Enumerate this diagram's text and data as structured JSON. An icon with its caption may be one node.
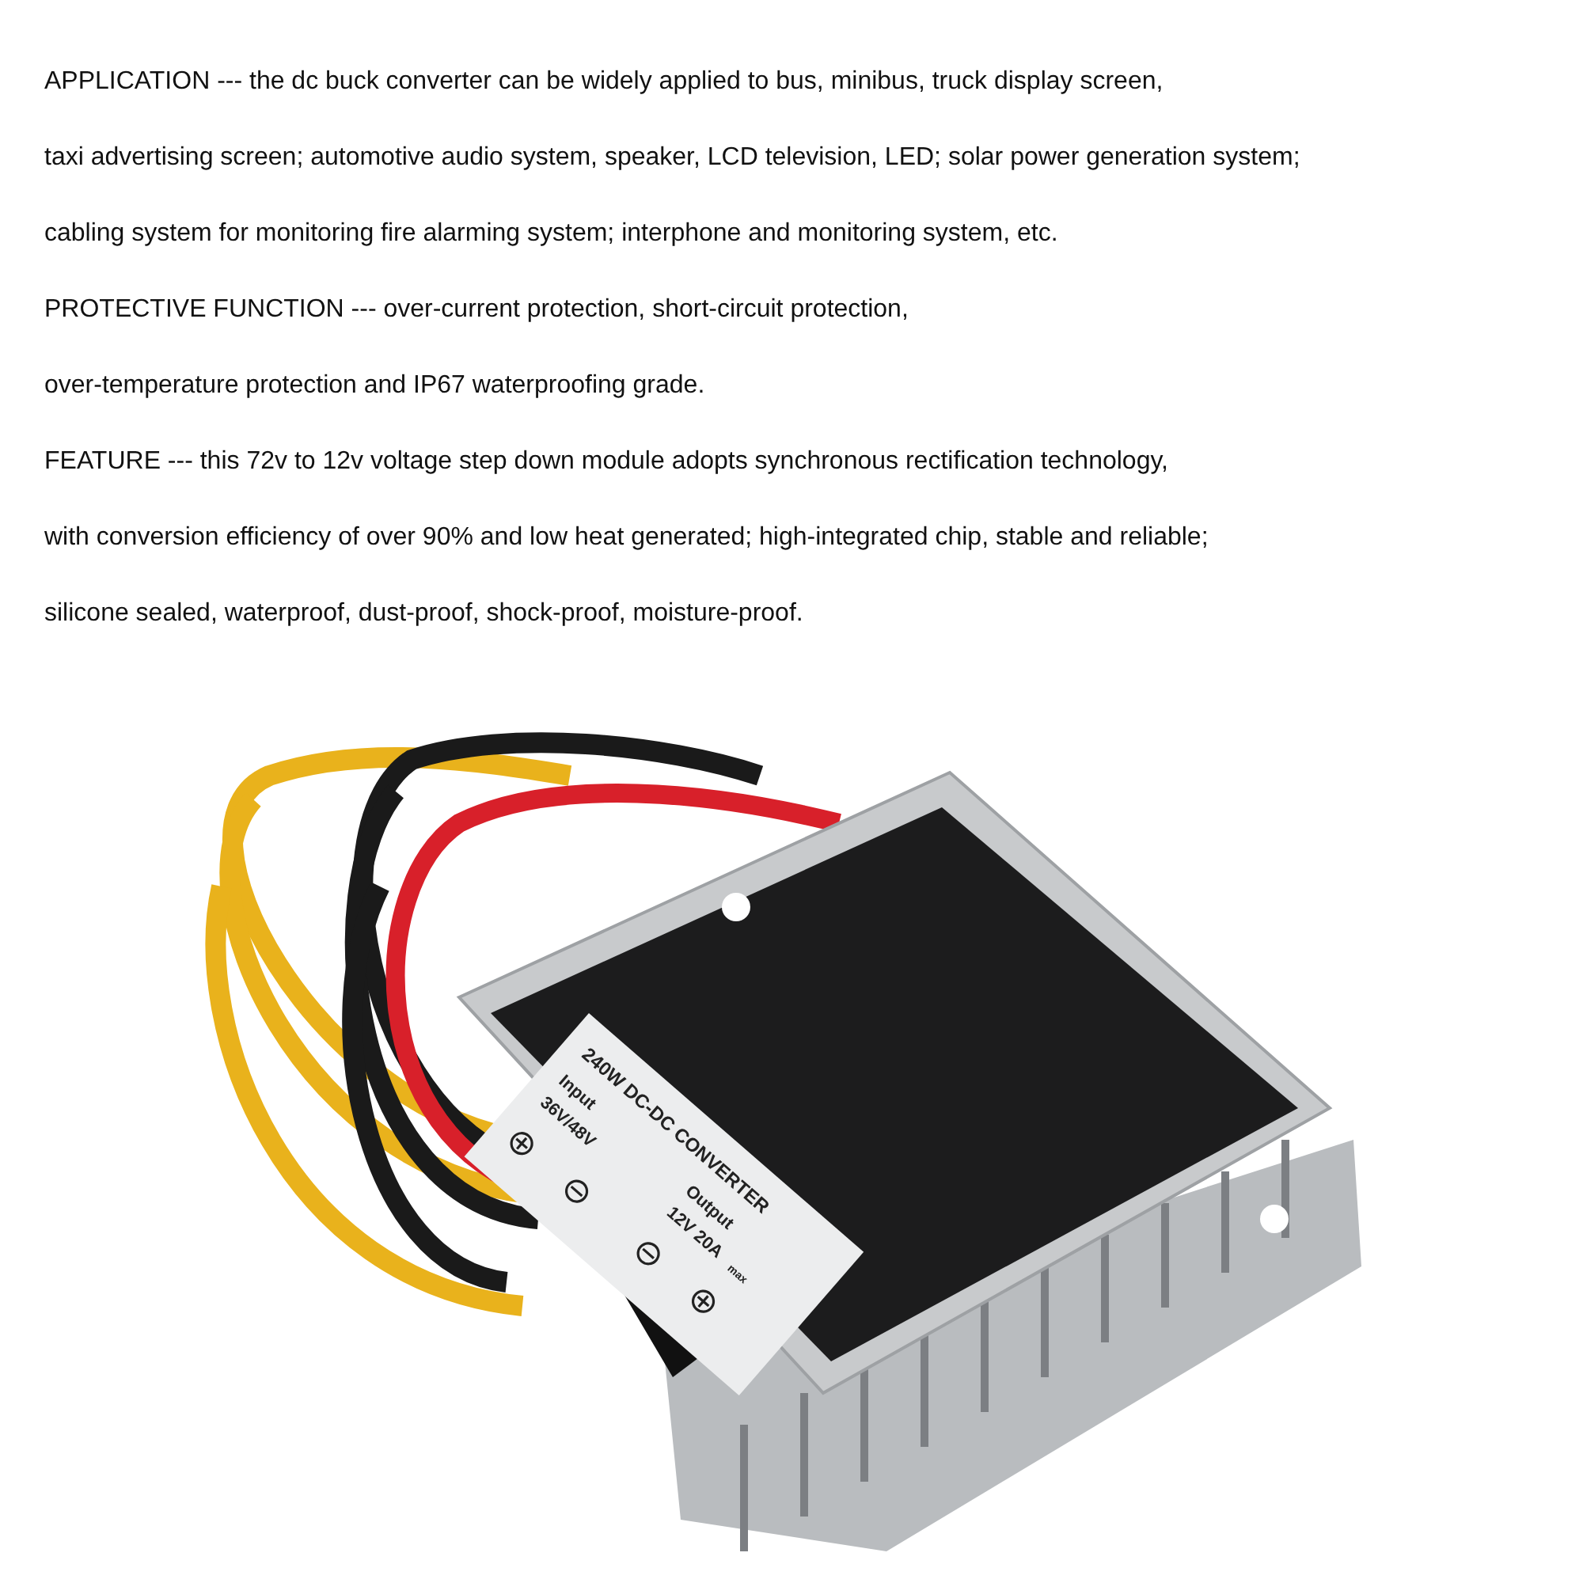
{
  "diagram": {
    "labels": [
      "APPLICATION --- the dc buck converter can be widely applied to bus, minibus, truck display screen,",
      "taxi advertising screen; automotive audio system, speaker, LCD television, LED; solar power generation system;",
      "cabling system for monitoring fire alarming system; interphone and monitoring system, etc.",
      "PROTECTIVE FUNCTION --- over-current protection, short-circuit protection,",
      "over-temperature protection and IP67 waterproofing grade.",
      "FEATURE --- this 72v to 12v voltage step down module adopts synchronous rectification technology,",
      "with conversion efficiency of over 90% and low heat generated; high-integrated chip, stable and reliable;",
      "silicone sealed, waterproof, dust-proof, shock-proof, moisture-proof.",
      "240W DC-DC CONVERTER",
      "Input",
      "36V/48V",
      "Output",
      "12V 20A",
      "max"
    ]
  }
}
